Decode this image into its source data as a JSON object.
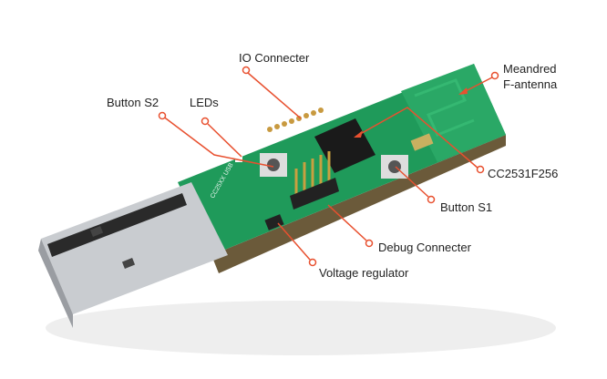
{
  "labels": {
    "io_connector": "IO Connecter",
    "antenna_line1": "Meandred",
    "antenna_line2": "F-antenna",
    "button_s2": "Button S2",
    "leds": "LEDs",
    "chip": "CC2531F256",
    "button_s1": "Button S1",
    "debug_connector": "Debug Connecter",
    "voltage_regulator": "Voltage regulator"
  },
  "silkscreen_text": "CC25XX USB",
  "colors": {
    "callout": "#e8502f",
    "pcb": "#1f9a5a",
    "usb_metal": "#c9ccd0"
  }
}
